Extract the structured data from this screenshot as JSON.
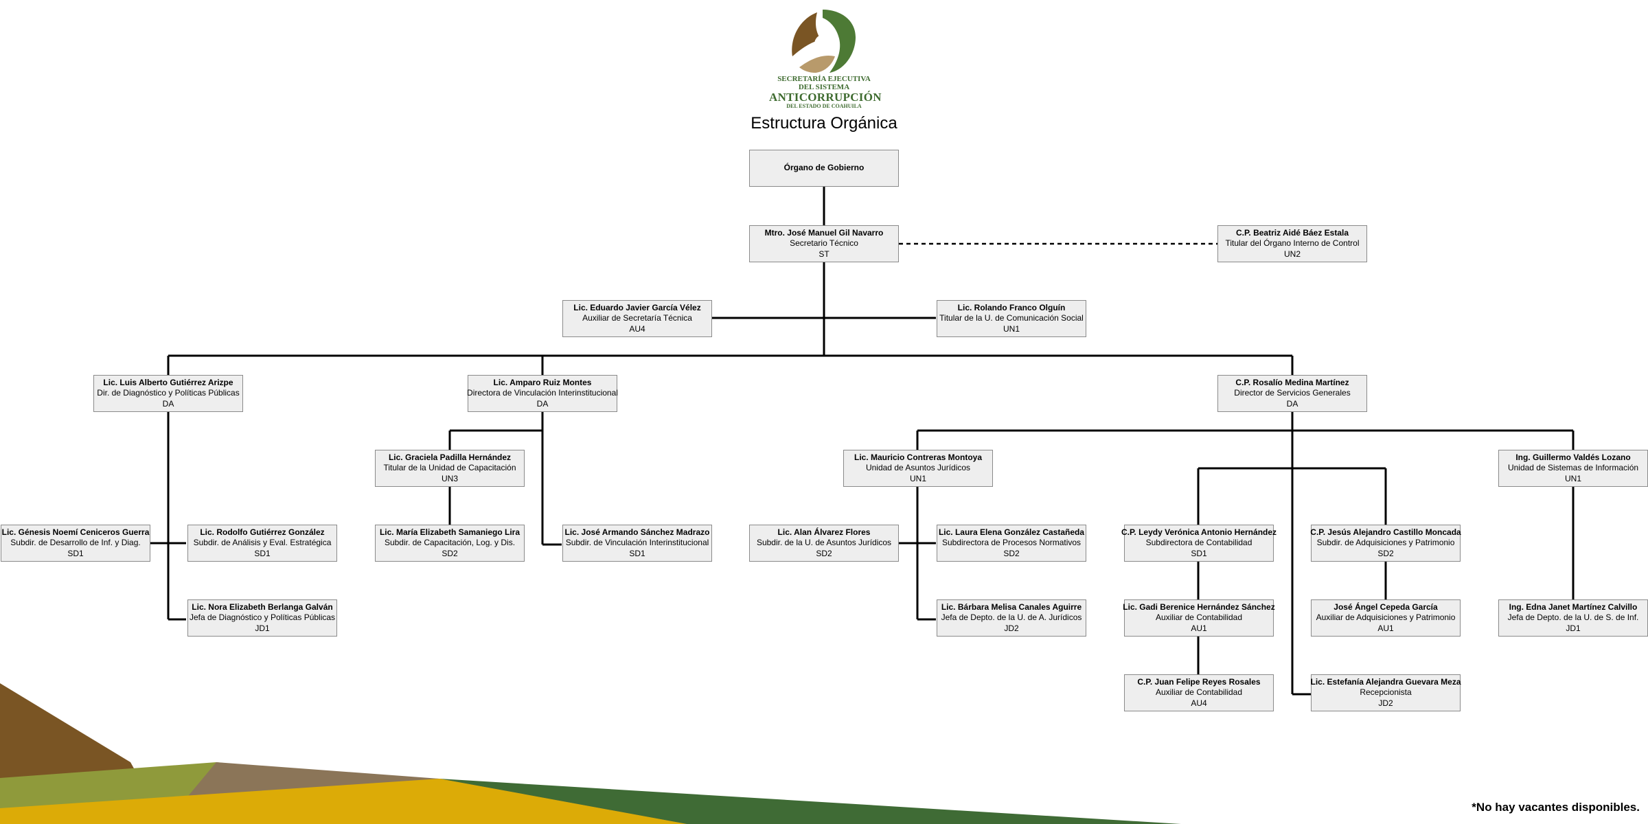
{
  "logo": {
    "line1": "SECRETARÍA EJECUTIVA",
    "line2": "DEL SISTEMA",
    "line3": "ANTICORRUPCIÓN",
    "line4": "DEL ESTADO DE COAHUILA"
  },
  "title": "Estructura Orgánica",
  "colors": {
    "box_fill": "#eeeeee",
    "box_border": "#8a8a8a",
    "brown": "#7a5524",
    "olive": "#8f9a3b",
    "green": "#3f6b35",
    "gold": "#dcab07",
    "mauve": "#8b7558"
  },
  "nodes": {
    "organo": {
      "name": "Órgano de Gobierno",
      "title": "",
      "code": ""
    },
    "secretario": {
      "name": "Mtro. José Manuel Gil Navarro",
      "title": "Secretario Técnico",
      "code": "ST"
    },
    "control": {
      "name": "C.P. Beatriz Aidé Báez Estala",
      "title": "Titular del Órgano Interno de Control",
      "code": "UN2"
    },
    "auxiliar_st": {
      "name": "Lic. Eduardo Javier García Vélez",
      "title": "Auxiliar de Secretaría Técnica",
      "code": "AU4"
    },
    "comunicacion": {
      "name": "Lic. Rolando Franco Olguín",
      "title": "Titular de la U. de Comunicación Social",
      "code": "UN1"
    },
    "diagnostico": {
      "name": "Lic. Luis Alberto Gutiérrez Arizpe",
      "title": "Dir. de Diagnóstico y Políticas Públicas",
      "code": "DA"
    },
    "vinculacion": {
      "name": "Lic. Amparo Ruiz Montes",
      "title": "Directora de Vinculación Interinstitucional",
      "code": "DA"
    },
    "servicios": {
      "name": "C.P. Rosalío Medina Martínez",
      "title": "Director de Servicios Generales",
      "code": "DA"
    },
    "capacitacion": {
      "name": "Lic. Graciela  Padilla Hernández",
      "title": "Titular de la  Unidad de Capacitación",
      "code": "UN3"
    },
    "juridicos": {
      "name": "Lic. Mauricio Contreras Montoya",
      "title": "Unidad de Asuntos Jurídicos",
      "code": "UN1"
    },
    "sistemas": {
      "name": "Ing. Guillermo Valdés Lozano",
      "title": "Unidad de Sistemas de Información",
      "code": "UN1"
    },
    "desarrollo": {
      "name": "Lic. Génesis Noemí Ceniceros Guerra",
      "title": "Subdir. de Desarrollo de Inf. y Diag.",
      "code": "SD1"
    },
    "analisis": {
      "name": "Lic. Rodolfo Gutiérrez González",
      "title": "Subdir. de Análisis y Eval. Estratégica",
      "code": "SD1"
    },
    "jefa_diag": {
      "name": "Lic. Nora Elizabeth Berlanga Galván",
      "title": "Jefa de Diagnóstico y Políticas Públicas",
      "code": "JD1"
    },
    "subdir_cap": {
      "name": "Lic. María Elizabeth Samaniego Lira",
      "title": "Subdir. de Capacitación, Log. y Dis.",
      "code": "SD2"
    },
    "subdir_vinc": {
      "name": "Lic. José Armando Sánchez Madrazo",
      "title": "Subdir. de Vinculación Interinstitucional",
      "code": "SD1"
    },
    "subdir_jur": {
      "name": "Lic. Alan Álvarez Flores",
      "title": "Subdir. de la U. de Asuntos Jurídicos",
      "code": "SD2"
    },
    "procesos": {
      "name": "Lic. Laura Elena González Castañeda",
      "title": "Subdirectora de Procesos Normativos",
      "code": "SD2"
    },
    "jefa_jur": {
      "name": "Lic. Bárbara Melisa Canales Aguirre",
      "title": "Jefa de Depto. de la U. de A. Jurídicos",
      "code": "JD2"
    },
    "contabilidad": {
      "name": "C.P. Leydy Verónica Antonio Hernández",
      "title": "Subdirectora de Contabilidad",
      "code": "SD1"
    },
    "adquisiciones": {
      "name": "C.P. Jesús Alejandro Castillo Moncada",
      "title": "Subdir. de Adquisiciones y Patrimonio",
      "code": "SD2"
    },
    "aux_cont1": {
      "name": "Lic. Gadi Berenice  Hernández Sánchez",
      "title": "Auxiliar de Contabilidad",
      "code": "AU1"
    },
    "aux_adq": {
      "name": "José Ángel Cepeda García",
      "title": "Auxiliar de Adquisiciones y Patrimonio",
      "code": "AU1"
    },
    "aux_cont4": {
      "name": "C.P. Juan Felipe Reyes Rosales",
      "title": "Auxiliar de Contabilidad",
      "code": "AU4"
    },
    "recepcion": {
      "name": "Lic. Estefanía Alejandra Guevara Meza",
      "title": "Recepcionista",
      "code": "JD2"
    },
    "jefa_sis": {
      "name": "Ing. Edna Janet Martínez Calvillo",
      "title": "Jefa de Depto. de la U. de S. de Inf.",
      "code": "JD1"
    }
  },
  "note": "*No hay vacantes disponibles."
}
